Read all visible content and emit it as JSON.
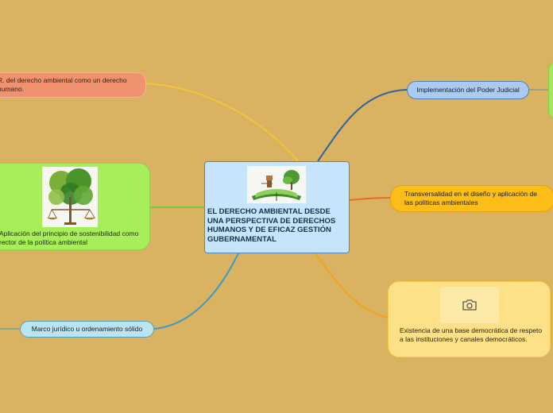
{
  "central": {
    "label": "EL DERECHO AMBIENTAL DESDE UNA PERSPECTIVA DE DERECHOS HUMANOS Y DE EFICAZ GESTIÓN GUBERNAMENTAL",
    "image_icon": "book-landscape-scales-icon"
  },
  "nodes": {
    "reconocimiento": "R. del derecho ambiental como un derecho humano.",
    "judicial": "Implementación del Poder Judicial",
    "transversalidad": "Transversalidad en el diseño y aplicación de las políticas ambientales",
    "sostenibilidad": "Aplicación del principio de sostenibilidad como rector de la política ambiental",
    "sostenibilidad_icon": "tree-scales-icon",
    "marco": "Marco jurídico u ordenamiento sólido",
    "democratica": "Existencia de una base democrática de respeto a las instituciones y canales democráticos.",
    "democratica_icon": "camera-icon"
  },
  "colors": {
    "background": "#d9b262",
    "central": "#c6e5fb",
    "orange": "#ee9270",
    "judicial": "#a9cbf2",
    "transversalidad": "#fbbd17",
    "green": "#a7ef5a",
    "marco": "#b9e4f2",
    "yellow": "#fee089",
    "link_blue": "#2d62a6",
    "link_yellow": "#f2c53a",
    "link_green": "#7dc93e",
    "link_orange": "#ea6a25",
    "link_cyan": "#3e9bc2",
    "link_amber": "#f0a616"
  }
}
